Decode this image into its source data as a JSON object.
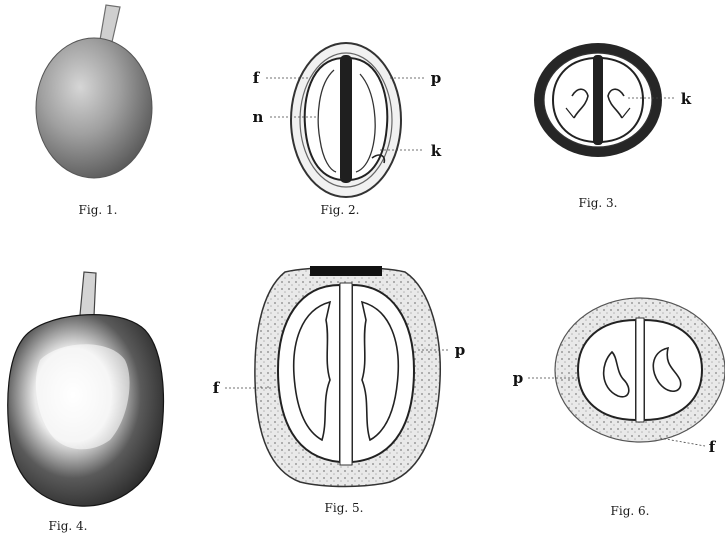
{
  "figures": [
    {
      "caption": "Fig. 1.",
      "labels": []
    },
    {
      "caption": "Fig. 2.",
      "labels": [
        "f",
        "p",
        "n",
        "k"
      ]
    },
    {
      "caption": "Fig. 3.",
      "labels": [
        "k"
      ]
    },
    {
      "caption": "Fig. 4.",
      "labels": []
    },
    {
      "caption": "Fig. 5.",
      "labels": [
        "f",
        "p"
      ]
    },
    {
      "caption": "Fig. 6.",
      "labels": [
        "p",
        "f"
      ]
    }
  ],
  "colors": {
    "ink": "#111111",
    "background": "#ffffff",
    "fruit_gray": "#8d8d8d",
    "fruit_dark": "#2a2a2a"
  }
}
